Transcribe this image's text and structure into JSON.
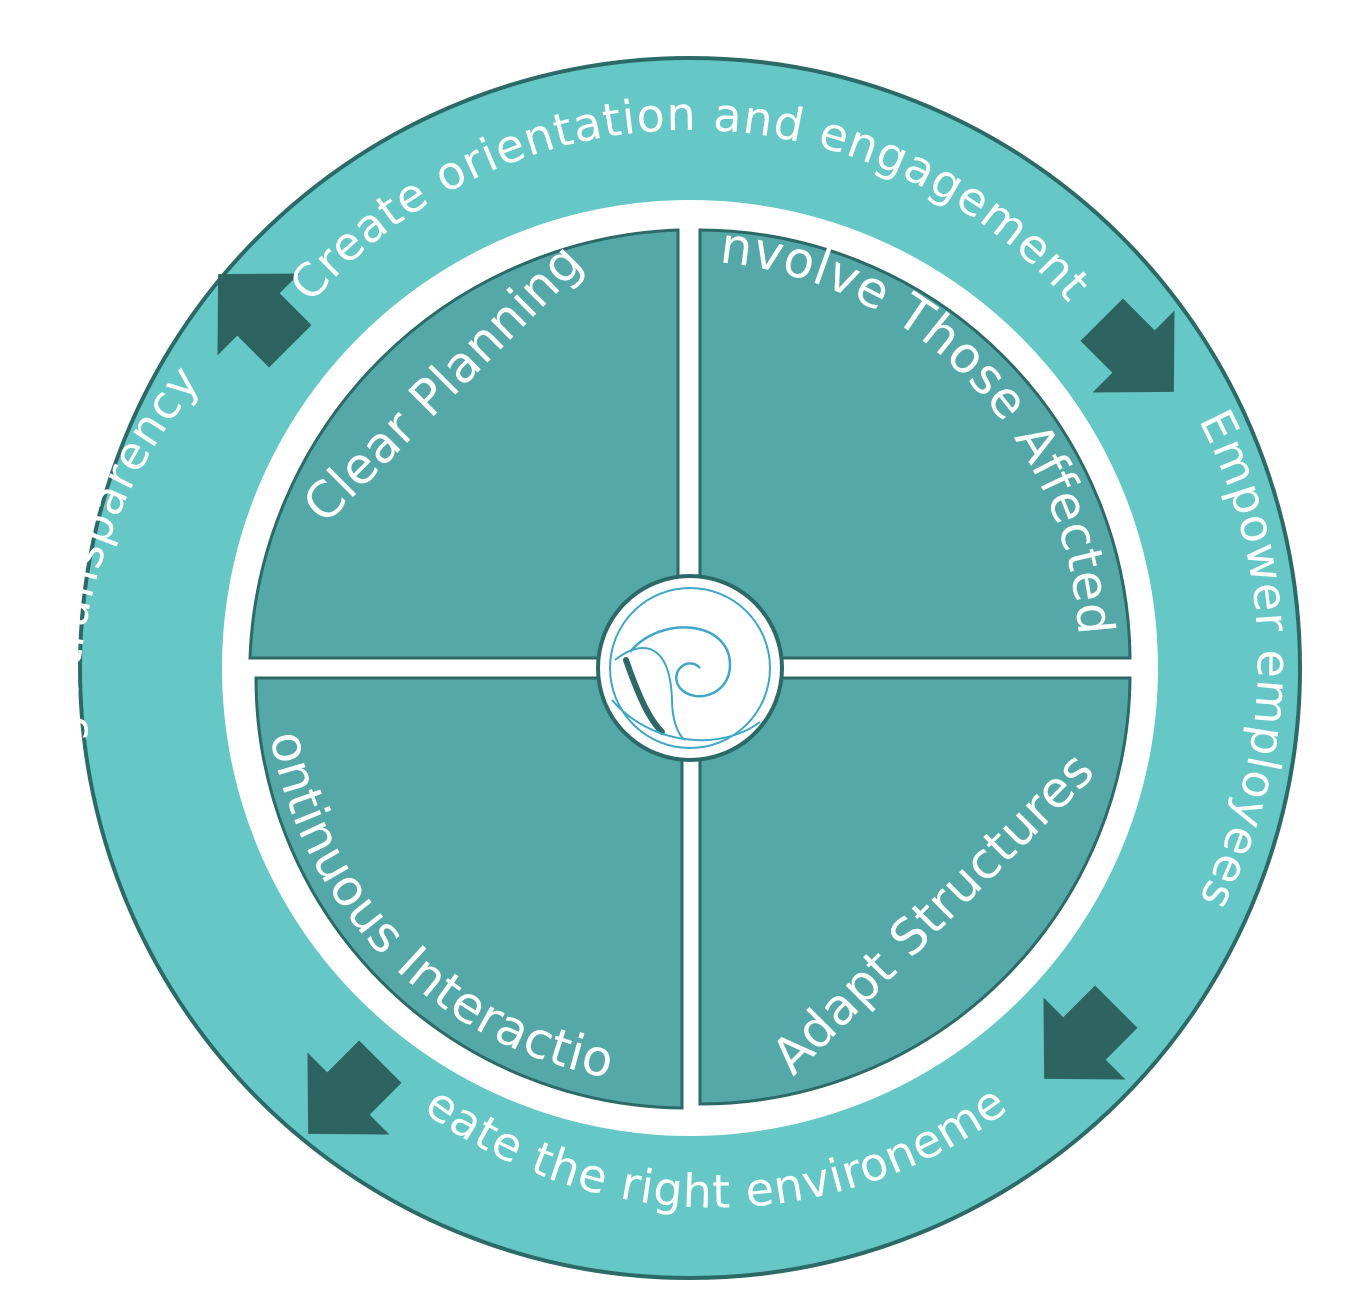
{
  "colors": {
    "outer_ring": "#66c8c6",
    "ring_border": "#2c6a68",
    "quadrant": "#55a8a8",
    "arrow": "#2d6461",
    "divider": "#ffffff",
    "logo_stroke": "#3fa6c8",
    "logo_dark": "#2c6a68"
  },
  "ring": {
    "top": "Create orientation and engagement",
    "right": "Empower employees",
    "bottom": "Create the right environement",
    "left": "Success through transparency"
  },
  "quadrants": {
    "top_left": "Clear Planning",
    "top_right": "Involve Those Affected",
    "bottom_left": "Continuous Interaction",
    "bottom_right": "Adapt Structures"
  },
  "arrows": {
    "top_left": "arrow-up-right-icon",
    "top_right": "arrow-down-right-icon",
    "bottom_right": "arrow-down-left-icon",
    "bottom_left": "arrow-up-left-icon"
  },
  "center_logo": "swirl-logo-icon"
}
